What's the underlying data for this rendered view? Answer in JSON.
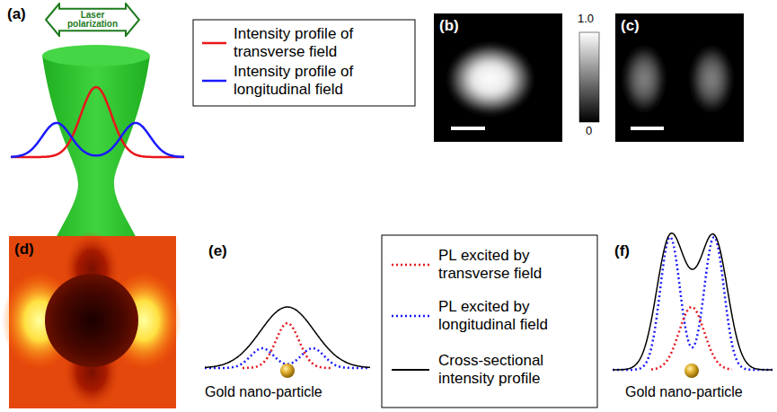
{
  "diagram": {
    "nodes": [
      {
        "text": [
          "Laser polarization"
        ]
      }
    ],
    "labels": [
      "(a)",
      "(b)",
      "1.0",
      "0",
      "(c)",
      "(d)",
      "(e)",
      "Gold nano-particle",
      "(f)",
      "Gold nano-particle"
    ],
    "legend": [
      {
        "text": "Intensity profile of transverse field"
      },
      {
        "text": "Intensity profile of longitudinal field"
      },
      {
        "text": "PL excited by transverse field"
      },
      {
        "text": "PL excited by longitudinal field"
      },
      {
        "text": "Cross-sectional intensity profile"
      }
    ]
  }
}
